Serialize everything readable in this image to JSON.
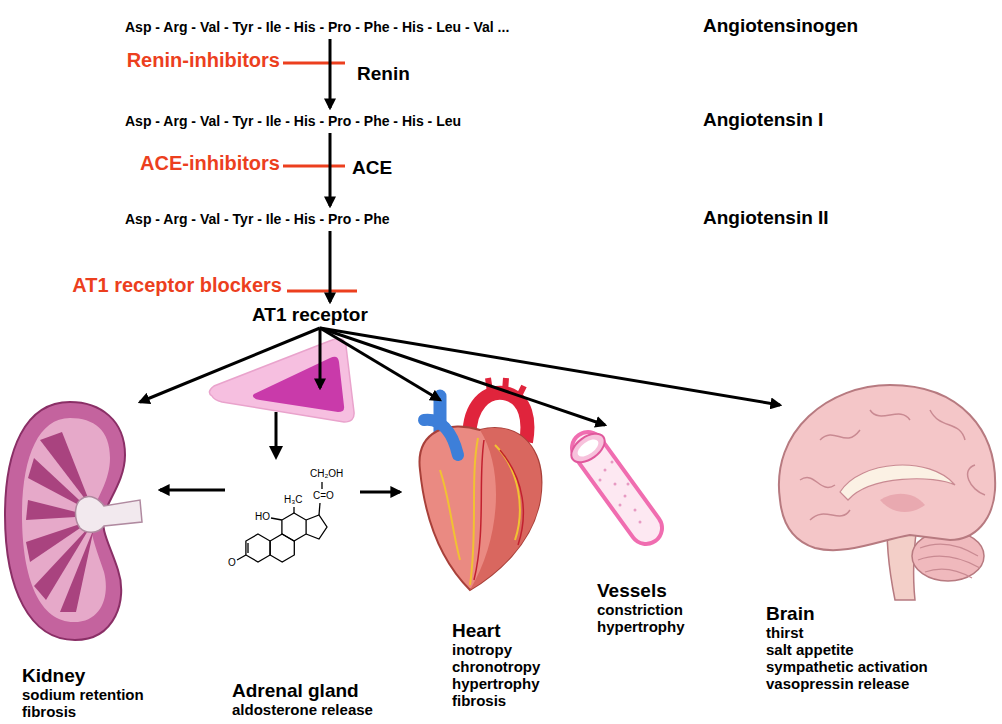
{
  "diagram": {
    "nodes": [
      {
        "text": [
          "Asp - Arg - Val - Tyr - Ile - His - Pro - Phe - His - Leu - Val ...",
          "Angiotensinogen"
        ]
      },
      {
        "text": [
          "Asp - Arg - Val - Tyr - Ile - His - Pro - Phe - His - Leu",
          "Angiotensin I"
        ]
      },
      {
        "text": [
          "Asp - Arg - Val - Tyr - Ile - His - Pro - Phe",
          "Angiotensin II"
        ]
      },
      {
        "text": [
          "AT1 receptor"
        ]
      },
      {
        "text": [
          "Kidney",
          "sodium retention",
          "fibrosis"
        ]
      },
      {
        "text": [
          "Adrenal gland",
          "aldosterone release"
        ]
      },
      {
        "text": [
          "Heart",
          "inotropy",
          "chronotropy",
          "hypertrophy",
          "fibrosis"
        ]
      },
      {
        "text": [
          "Vessels",
          "constriction",
          "hypertrophy"
        ]
      },
      {
        "text": [
          "Brain",
          "thirst",
          "salt appetite",
          "sympathetic activation",
          "vasopressin release"
        ]
      }
    ],
    "edges": [
      {
        "from": 0,
        "to": 1,
        "label": "Renin",
        "arrow": "to"
      },
      {
        "from": 1,
        "to": 2,
        "label": "ACE",
        "arrow": "to"
      },
      {
        "from": 2,
        "to": 3,
        "arrow": "to"
      },
      {
        "from": 3,
        "to": 4,
        "arrow": "to"
      },
      {
        "from": 3,
        "to": 5,
        "arrow": "to"
      },
      {
        "from": 3,
        "to": 6,
        "arrow": "to"
      },
      {
        "from": 3,
        "to": 7,
        "arrow": "to"
      },
      {
        "from": 3,
        "to": 8,
        "arrow": "to"
      },
      {
        "from": 5,
        "to": 4,
        "arrow": "to"
      },
      {
        "from": 5,
        "to": 6,
        "arrow": "to"
      }
    ],
    "labels": [
      "Renin-inhibitors",
      "ACE-inhibitors",
      "AT1 receptor blockers",
      "CH₂OH",
      "C=O",
      "HO",
      "H₃C",
      "O"
    ]
  }
}
